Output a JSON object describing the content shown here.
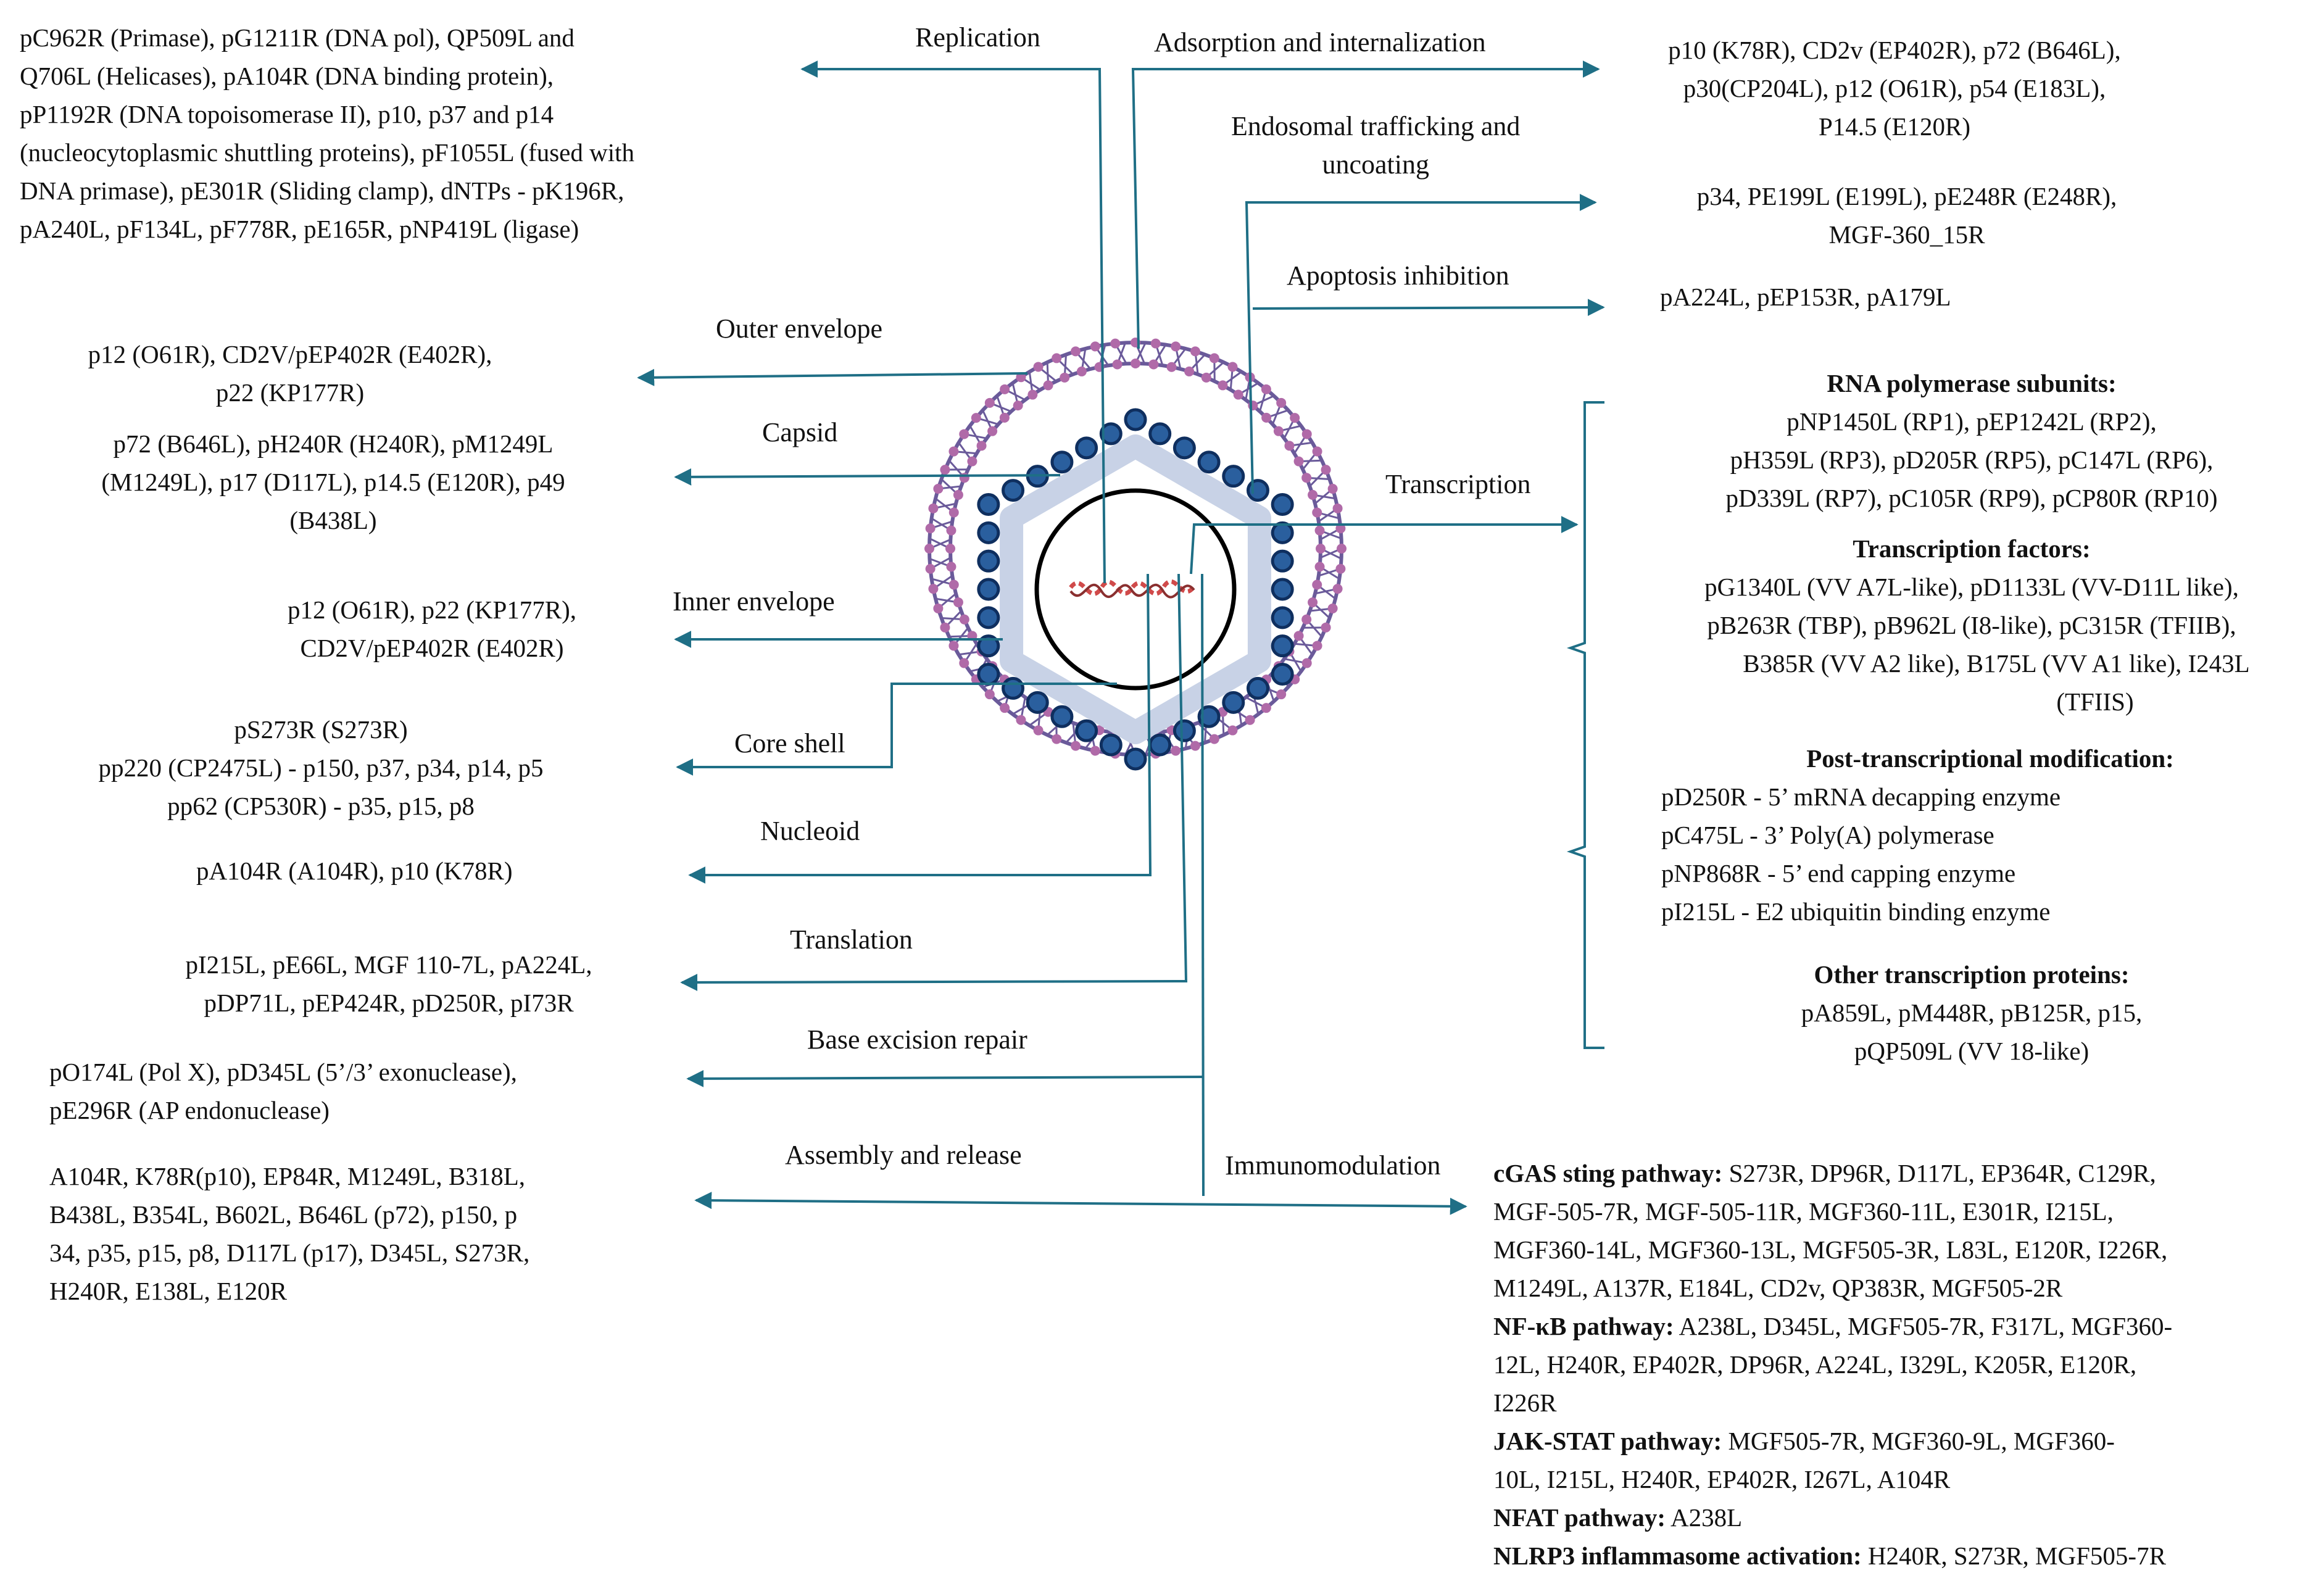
{
  "processes": {
    "replication": {
      "label": "Replication",
      "lines": [
        "pC962R (Primase), pG1211R (DNA pol), QP509L and",
        "Q706L (Helicases), pA104R (DNA binding protein),",
        "pP1192R (DNA topoisomerase II), p10, p37 and p14",
        "(nucleocytoplasmic shuttling proteins), pF1055L (fused with",
        "DNA primase), pE301R (Sliding clamp), dNTPs - pK196R,",
        "pA240L, pF134L, pF778R, pE165R, pNP419L (ligase)"
      ]
    },
    "adsorption": {
      "label": "Adsorption and internalization",
      "lines": [
        "p10 (K78R), CD2v (EP402R), p72 (B646L),",
        "p30(CP204L), p12 (O61R), p54 (E183L),",
        "P14.5 (E120R)"
      ]
    },
    "endosomal": {
      "label_lines": [
        "Endosomal trafficking and",
        "uncoating"
      ],
      "lines": [
        "p34, PE199L (E199L), pE248R (E248R),",
        "MGF-360_15R"
      ]
    },
    "apoptosis": {
      "label": "Apoptosis inhibition",
      "lines": [
        "pA224L, pEP153R, pA179L"
      ]
    },
    "outer_envelope": {
      "label": "Outer envelope",
      "lines": [
        "p12 (O61R), CD2V/pEP402R  (E402R),",
        "p22 (KP177R)"
      ]
    },
    "capsid": {
      "label": "Capsid",
      "lines": [
        "p72 (B646L), pH240R (H240R), pM1249L",
        "(M1249L), p17 (D117L),  p14.5 (E120R), p49",
        "(B438L)"
      ]
    },
    "inner_envelope": {
      "label": "Inner envelope",
      "lines": [
        "p12 (O61R), p22 (KP177R),",
        "CD2V/pEP402R  (E402R)"
      ]
    },
    "core_shell": {
      "label": "Core shell",
      "lines": [
        "pS273R (S273R)",
        "pp220 (CP2475L) - p150, p37, p34, p14, p5",
        "pp62 (CP530R) - p35, p15, p8"
      ]
    },
    "nucleoid": {
      "label": "Nucleoid",
      "lines": [
        "pA104R (A104R), p10 (K78R)"
      ]
    },
    "translation": {
      "label": "Translation",
      "lines": [
        "pI215L, pE66L, MGF 110-7L, pA224L,",
        "pDP71L, pEP424R, pD250R, pI73R"
      ]
    },
    "base_excision": {
      "label": "Base excision repair",
      "lines": [
        "pO174L (Pol X), pD345L (5’/3’ exonuclease),",
        "pE296R (AP endonuclease)"
      ]
    },
    "assembly": {
      "label": "Assembly and release",
      "lines": [
        "A104R, K78R(p10), EP84R, M1249L, B318L,",
        "B438L, B354L, B602L, B646L (p72), p150, p",
        "34, p35, p15, p8, D117L (p17), D345L, S273R,",
        "H240R, E138L, E120R"
      ]
    },
    "transcription": {
      "label": "Transcription",
      "groups": [
        {
          "heading": "RNA polymerase subunits:",
          "lines": [
            "pNP1450L (RP1), pEP1242L (RP2),",
            "pH359L (RP3), pD205R (RP5), pC147L (RP6),",
            "pD339L (RP7), pC105R (RP9), pCP80R (RP10)"
          ]
        },
        {
          "heading": "Transcription factors:",
          "lines": [
            "pG1340L (VV A7L-like), pD1133L (VV-D11L like),",
            "pB263R (TBP), pB962L (I8-like), pC315R (TFIIB),",
            "B385R (VV A2 like), B175L (VV A1 like), I243L",
            "(TFIIS)"
          ]
        },
        {
          "heading": "Post-transcriptional modification:",
          "lines": [
            "pD250R - 5’ mRNA decapping enzyme",
            "pC475L - 3’ Poly(A) polymerase",
            "pNP868R - 5’ end capping enzyme",
            "pI215L  - E2 ubiquitin binding enzyme"
          ]
        },
        {
          "heading": "Other transcription proteins:",
          "lines": [
            "pA859L, pM448R, pB125R, p15,",
            "pQP509L (VV 18-like)"
          ]
        }
      ]
    },
    "immunomodulation": {
      "label": "Immunomodulation",
      "pathways": [
        {
          "name": "cGAS sting pathway:",
          "first": " S273R, DP96R, D117L, EP364R, C129R,",
          "rest": [
            "MGF-505-7R,  MGF-505-11R,  MGF360-11L,  E301R,  I215L,",
            "MGF360-14L, MGF360-13L, MGF505-3R, L83L, E120R, I226R,",
            "M1249L, A137R, E184L, CD2v, QP383R, MGF505-2R"
          ]
        },
        {
          "name": "NF-κB pathway:",
          "first": " A238L, D345L, MGF505-7R, F317L, MGF360-",
          "rest": [
            "12L,  H240R,  EP402R,  DP96R,  A224L,  I329L,  K205R,  E120R,",
            "I226R"
          ]
        },
        {
          "name": "JAK-STAT  pathway:",
          "first": "  MGF505-7R,  MGF360-9L,  MGF360-",
          "rest": [
            "10L, I215L, H240R, EP402R, I267L, A104R"
          ]
        },
        {
          "name": "NFAT pathway:",
          "first": " A238L",
          "rest": []
        },
        {
          "name": "NLRP3 inflammasome activation:",
          "first": " H240R, S273R, MGF505-7R",
          "rest": []
        }
      ]
    }
  },
  "colors": {
    "arrow": "#1f6f86",
    "outer_ring": "#6a5a9a",
    "outer_dot": "#b06aa8",
    "capsome": "#2a5f9e",
    "capsome_stroke": "#0f2f5f",
    "capsid_band": "#c8d2e6",
    "genome": "#d04a4a"
  }
}
